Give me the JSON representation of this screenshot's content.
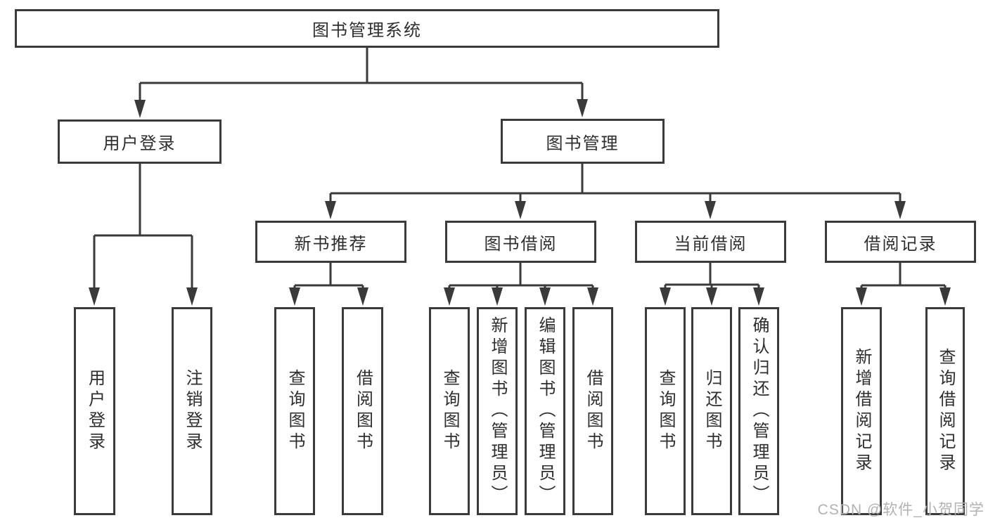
{
  "tree": {
    "root": {
      "label": "图书管理系统"
    },
    "level2": [
      {
        "label": "用户登录"
      },
      {
        "label": "图书管理"
      }
    ],
    "level3": [
      {
        "label": "新书推荐"
      },
      {
        "label": "图书借阅"
      },
      {
        "label": "当前借阅"
      },
      {
        "label": "借阅记录"
      }
    ],
    "leaves": {
      "user_login": [
        "用户登录",
        "注销登录"
      ],
      "new_book_recommendation": [
        "查询图书",
        "借阅图书"
      ],
      "book_borrowing": [
        "查询图书",
        "新增图书（管理员）",
        "编辑图书（管理员）",
        "借阅图书"
      ],
      "current_borrowing": [
        "查询图书",
        "归还图书",
        "确认归还（管理员）"
      ],
      "borrowing_records": [
        "新增借阅记录",
        "查询借阅记录"
      ]
    }
  },
  "watermark": "CSDN @软件_小贺同学",
  "colors": {
    "line": "#3a3a3a",
    "text": "#2e2e2e",
    "background": "#ffffff",
    "watermark": "#b2b2b2"
  }
}
